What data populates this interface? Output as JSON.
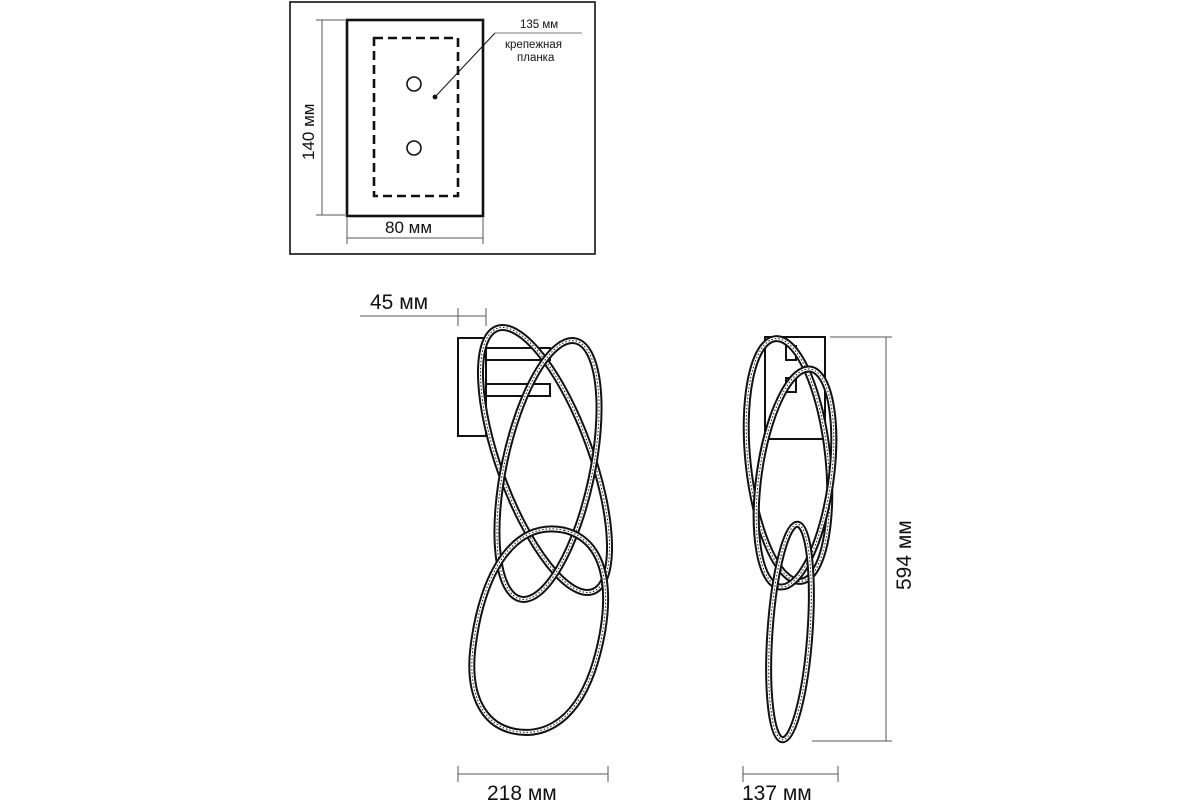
{
  "mounting_plate_view": {
    "width_label": "80 мм",
    "height_label": "140 мм",
    "plate_length_label": "135 мм",
    "plate_name_line1": "крепежная",
    "plate_name_line2": "планка"
  },
  "side_view": {
    "depth_label": "45 мм",
    "width_label": "218 мм"
  },
  "front_view": {
    "height_label": "594 мм",
    "width_label": "137 мм"
  }
}
